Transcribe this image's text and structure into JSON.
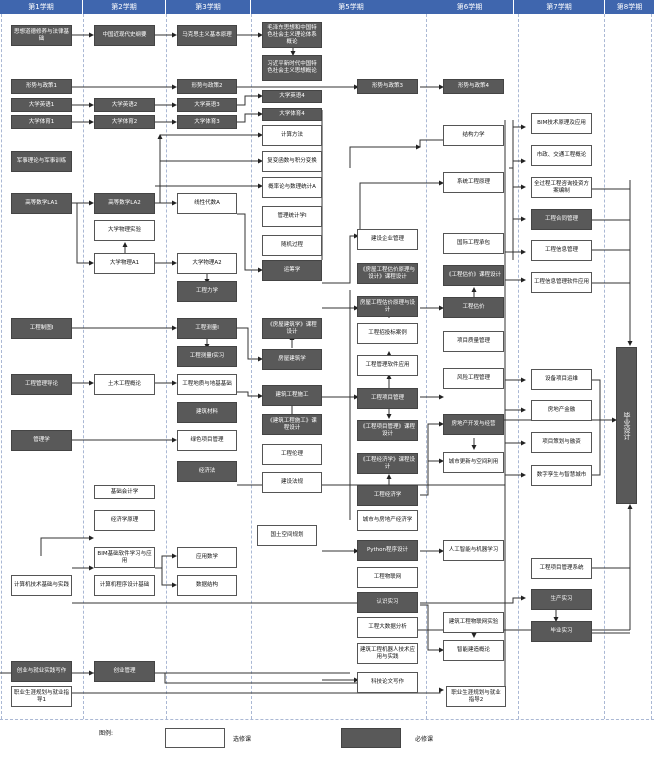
{
  "semesters": [
    "第1学期",
    "第2学期",
    "第3学期",
    "第4学期",
    "第5学期",
    "第6学期",
    "第7学期",
    "第8学期"
  ],
  "courses": {
    "s1": [
      {
        "id": "c1",
        "label": "思想道德修养与法律基础",
        "type": "required"
      },
      {
        "id": "c2",
        "label": "形势与政策1",
        "type": "required"
      },
      {
        "id": "c3",
        "label": "大学英语1",
        "type": "required"
      },
      {
        "id": "c4",
        "label": "大学体育1",
        "type": "required"
      },
      {
        "id": "c5",
        "label": "军事理论与军事训练",
        "type": "required"
      },
      {
        "id": "c6",
        "label": "高等数学LA1",
        "type": "required"
      },
      {
        "id": "c7",
        "label": "工程制图I",
        "type": "required"
      },
      {
        "id": "c8",
        "label": "工程管理导论",
        "type": "required"
      },
      {
        "id": "c9",
        "label": "管理学",
        "type": "required"
      },
      {
        "id": "c10",
        "label": "计算机技术基础与实践",
        "type": "optional"
      },
      {
        "id": "c11",
        "label": "创业与就业实践写作",
        "type": "required"
      },
      {
        "id": "c12",
        "label": "职业生涯规划与就业指导1",
        "type": "optional"
      }
    ],
    "s2": [
      {
        "id": "d1",
        "label": "中国近现代史纲要",
        "type": "required"
      },
      {
        "id": "d2",
        "label": "大学英语2",
        "type": "required"
      },
      {
        "id": "d3",
        "label": "大学体育2",
        "type": "required"
      },
      {
        "id": "d4",
        "label": "高等数学LA2",
        "type": "required"
      },
      {
        "id": "d5",
        "label": "大学物理实验",
        "type": "optional"
      },
      {
        "id": "d6",
        "label": "大学物理A1",
        "type": "optional"
      },
      {
        "id": "d7",
        "label": "土木工程概论",
        "type": "optional"
      },
      {
        "id": "d8",
        "label": "基础会计学",
        "type": "optional"
      },
      {
        "id": "d9",
        "label": "经济学原理",
        "type": "optional"
      },
      {
        "id": "d10",
        "label": "BIM基础软件学习与应用",
        "type": "optional"
      },
      {
        "id": "d11",
        "label": "计算机程序设计基础",
        "type": "optional"
      },
      {
        "id": "d12",
        "label": "创业管理",
        "type": "required"
      }
    ],
    "s3": [
      {
        "id": "e1",
        "label": "马克思主义基本原理",
        "type": "required"
      },
      {
        "id": "e2",
        "label": "形势与政策2",
        "type": "required"
      },
      {
        "id": "e3",
        "label": "大学英语3",
        "type": "required"
      },
      {
        "id": "e4",
        "label": "大学体育3",
        "type": "required"
      },
      {
        "id": "e5",
        "label": "线性代数A",
        "type": "optional"
      },
      {
        "id": "e6",
        "label": "大学物理A2",
        "type": "optional"
      },
      {
        "id": "e7",
        "label": "工程力学",
        "type": "required"
      },
      {
        "id": "e8",
        "label": "工程测量I",
        "type": "required"
      },
      {
        "id": "e9",
        "label": "工程测量I实习",
        "type": "required"
      },
      {
        "id": "e10",
        "label": "工程地质与地基基础",
        "type": "optional"
      },
      {
        "id": "e11",
        "label": "建筑材料",
        "type": "required"
      },
      {
        "id": "e12",
        "label": "绿色项目管理",
        "type": "optional"
      },
      {
        "id": "e13",
        "label": "经济法",
        "type": "required"
      },
      {
        "id": "e14",
        "label": "应用数学",
        "type": "optional"
      },
      {
        "id": "e15",
        "label": "数据结构",
        "type": "optional"
      }
    ],
    "s4": [
      {
        "id": "f1",
        "label": "毛泽东思想和中国特色社会主义理论体系概论",
        "type": "required"
      },
      {
        "id": "f2",
        "label": "习近平新时代中国特色社会主义思想概论",
        "type": "required"
      },
      {
        "id": "f3",
        "label": "大学英语4",
        "type": "required"
      },
      {
        "id": "f4",
        "label": "大学体育4",
        "type": "required"
      },
      {
        "id": "f5",
        "label": "计算方法",
        "type": "optional"
      },
      {
        "id": "f6",
        "label": "复变函数与积分变换",
        "type": "optional"
      },
      {
        "id": "f7",
        "label": "概率论与数理统计A",
        "type": "optional"
      },
      {
        "id": "f8",
        "label": "管理统计学I",
        "type": "optional"
      },
      {
        "id": "f9",
        "label": "随机过程",
        "type": "optional"
      },
      {
        "id": "f10",
        "label": "运筹学",
        "type": "required"
      },
      {
        "id": "f11",
        "label": "《房屋建筑学》课程设计",
        "type": "required"
      },
      {
        "id": "f12",
        "label": "房屋建筑学",
        "type": "required"
      },
      {
        "id": "f13",
        "label": "建筑工程施工",
        "type": "required"
      },
      {
        "id": "f14",
        "label": "《建筑工程施工》课程设计",
        "type": "required"
      },
      {
        "id": "f15",
        "label": "工程伦理",
        "type": "optional"
      },
      {
        "id": "f16",
        "label": "建设法规",
        "type": "optional"
      },
      {
        "id": "f17",
        "label": "国土空间规划",
        "type": "optional"
      }
    ],
    "s5": [
      {
        "id": "g1",
        "label": "形势与政策3",
        "type": "required"
      },
      {
        "id": "g2",
        "label": "建设企业管理",
        "type": "optional"
      },
      {
        "id": "g3",
        "label": "《房屋工程估价原理与设计》课程设计",
        "type": "required"
      },
      {
        "id": "g4",
        "label": "房屋工程估价原理与设计",
        "type": "required"
      },
      {
        "id": "g5",
        "label": "工程招投标案例",
        "type": "optional"
      },
      {
        "id": "g6",
        "label": "工程管理软件应用",
        "type": "optional"
      },
      {
        "id": "g7",
        "label": "工程项目管理",
        "type": "required"
      },
      {
        "id": "g8",
        "label": "《工程项目管理》课程设计",
        "type": "required"
      },
      {
        "id": "g9",
        "label": "《工程经济学》课程设计",
        "type": "required"
      },
      {
        "id": "g10",
        "label": "工程经济学",
        "type": "required"
      },
      {
        "id": "g11",
        "label": "城市与房地产经济学",
        "type": "optional"
      },
      {
        "id": "g12",
        "label": "Python程序设计",
        "type": "required"
      },
      {
        "id": "g13",
        "label": "工程物联网",
        "type": "optional"
      },
      {
        "id": "g14",
        "label": "认识实习",
        "type": "required"
      },
      {
        "id": "g15",
        "label": "工程大数据分析",
        "type": "optional"
      },
      {
        "id": "g16",
        "label": "建筑工程机器人技术应用与实践",
        "type": "optional"
      },
      {
        "id": "g17",
        "label": "科技论文写作",
        "type": "optional"
      }
    ],
    "s6": [
      {
        "id": "h1",
        "label": "形势与政策4",
        "type": "required"
      },
      {
        "id": "h2",
        "label": "结构力学",
        "type": "optional"
      },
      {
        "id": "h3",
        "label": "系统工程原理",
        "type": "optional"
      },
      {
        "id": "h4",
        "label": "国际工程承包",
        "type": "optional"
      },
      {
        "id": "h5",
        "label": "《工程估价》课程设计",
        "type": "required"
      },
      {
        "id": "h6",
        "label": "工程估价",
        "type": "required"
      },
      {
        "id": "h7",
        "label": "项目质量管理",
        "type": "optional"
      },
      {
        "id": "h8",
        "label": "风险工程管理",
        "type": "optional"
      },
      {
        "id": "h9",
        "label": "房地产开发与经营",
        "type": "required"
      },
      {
        "id": "h10",
        "label": "城市更新与空间利用",
        "type": "optional"
      },
      {
        "id": "h11",
        "label": "人工智能与机器学习",
        "type": "optional"
      },
      {
        "id": "h12",
        "label": "建筑工程物联网实验",
        "type": "optional"
      },
      {
        "id": "h13",
        "label": "智能建造概论",
        "type": "optional"
      },
      {
        "id": "h14",
        "label": "职业生涯规划与就业指导2",
        "type": "optional"
      }
    ],
    "s7": [
      {
        "id": "i1",
        "label": "BIM技术原理及应用",
        "type": "optional"
      },
      {
        "id": "i2",
        "label": "市政、交通工程概论",
        "type": "optional"
      },
      {
        "id": "i3",
        "label": "全过程工程咨询投资方案编制",
        "type": "optional"
      },
      {
        "id": "i4",
        "label": "工程合同管理",
        "type": "required"
      },
      {
        "id": "i5",
        "label": "工程信息管理",
        "type": "optional"
      },
      {
        "id": "i6",
        "label": "工程信息管理软件应用",
        "type": "optional"
      },
      {
        "id": "i7",
        "label": "设备项目运维",
        "type": "optional"
      },
      {
        "id": "i8",
        "label": "房地产金融",
        "type": "optional"
      },
      {
        "id": "i9",
        "label": "项目策划与融资",
        "type": "optional"
      },
      {
        "id": "i10",
        "label": "数字孪生与智慧城市",
        "type": "optional"
      },
      {
        "id": "i11",
        "label": "工程项目管理系统",
        "type": "optional"
      },
      {
        "id": "i12",
        "label": "生产实习",
        "type": "required"
      },
      {
        "id": "i13",
        "label": "毕业实习",
        "type": "required"
      }
    ],
    "s8": [
      {
        "id": "j1",
        "label": "毕业设计",
        "type": "required"
      }
    ]
  },
  "legend": {
    "title": "图例:",
    "optional_label": "选修课",
    "required_label": "必修课"
  },
  "colors": {
    "header": "#3f66ae",
    "required": "#595959",
    "optional": "#ffffff"
  }
}
